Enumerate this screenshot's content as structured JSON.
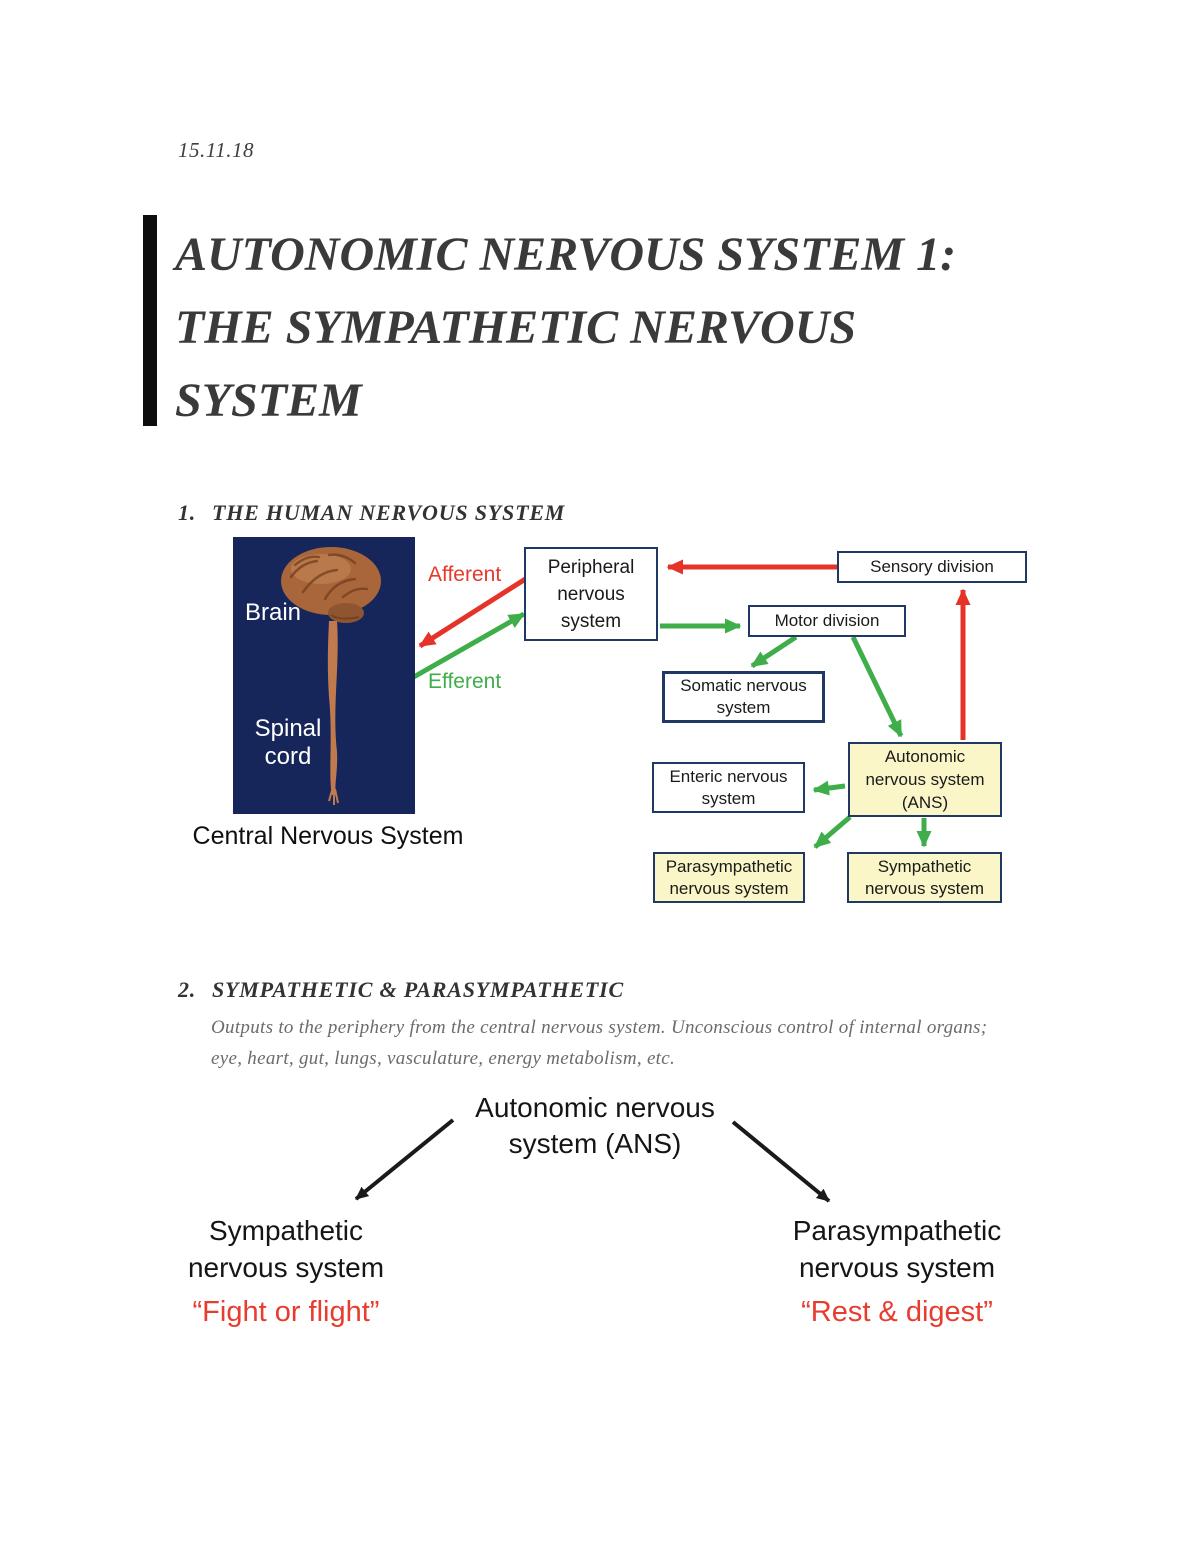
{
  "page": {
    "date": "15.11.18"
  },
  "title": {
    "line1": "AUTONOMIC NERVOUS SYSTEM 1:",
    "line2": "THE SYMPATHETIC NERVOUS",
    "line3": "SYSTEM"
  },
  "sections": {
    "s1": {
      "number": "1.",
      "heading": "THE HUMAN NERVOUS SYSTEM"
    },
    "s2": {
      "number": "2.",
      "heading": "SYMPATHETIC & PARASYMPATHETIC",
      "body": "Outputs to the periphery from the central nervous system. Unconscious control of internal organs; eye, heart, gut, lungs, vasculature, energy metabolism, etc."
    }
  },
  "cns_figure": {
    "brain_label": "Brain",
    "spinal_label": "Spinal cord",
    "caption": "Central Nervous System",
    "afferent_label": "Afferent",
    "efferent_label": "Efferent"
  },
  "flowchart": {
    "peripheral": "Peripheral nervous system",
    "sensory": "Sensory division",
    "motor": "Motor division",
    "somatic": "Somatic nervous system",
    "enteric": "Enteric nervous system",
    "ans": "Autonomic nervous system (ANS)",
    "parasympathetic": "Parasympathetic nervous system",
    "sympathetic": "Sympathetic nervous system"
  },
  "ans_tree": {
    "root_line1": "Autonomic nervous",
    "root_line2": "system (ANS)",
    "left_line1": "Sympathetic",
    "left_line2": "nervous system",
    "left_tag": "“Fight or flight”",
    "right_line1": "Parasympathetic",
    "right_line2": "nervous system",
    "right_tag": "“Rest & digest”"
  },
  "colors": {
    "arrow_red": "#e6332a",
    "arrow_green": "#3fae4a",
    "box_border_navy": "#1f3864",
    "box_fill_yellow": "#faf6c8",
    "cns_panel_navy": "#17265a",
    "red_text": "#e73c2e",
    "heading_gray": "#3a3a3a",
    "body_gray": "#6b6b6b"
  }
}
